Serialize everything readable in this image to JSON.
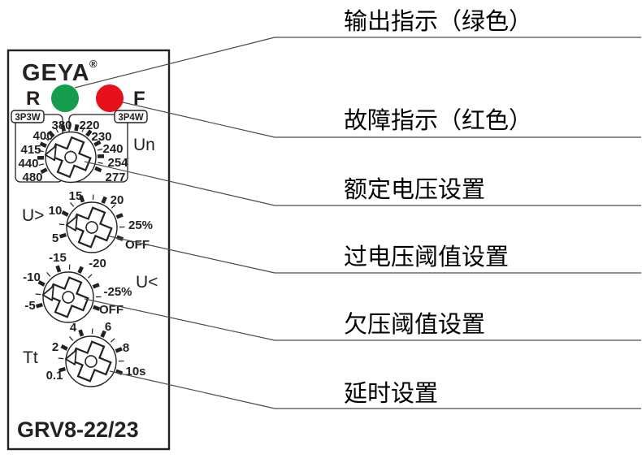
{
  "annotations": [
    {
      "label": "输出指示（绿色）"
    },
    {
      "label": "故障指示（红色）"
    },
    {
      "label": "额定电压设置"
    },
    {
      "label": "过电压阈值设置"
    },
    {
      "label": "欠压阈值设置"
    },
    {
      "label": "延时设置"
    }
  ],
  "device": {
    "brand": "GEYA",
    "brand_reg": "®",
    "model": "GRV8-22/23",
    "led_run_label": "R",
    "led_fault_label": "F",
    "wiring_left": "3P3W",
    "wiring_right": "3P4W",
    "colors": {
      "led_green": "#169c4d",
      "led_red": "#e6111a",
      "ink": "#25211f",
      "leader_line": "#4a4a4a"
    },
    "dials": {
      "un": {
        "name": "Un",
        "labels": [
          "380",
          "220",
          "400",
          "230",
          "415",
          "240",
          "440",
          "254",
          "480",
          "277"
        ]
      },
      "over": {
        "name": "U>",
        "labels": [
          "15",
          "20",
          "10",
          "25%",
          "5",
          "OFF"
        ]
      },
      "under": {
        "name": "U<",
        "labels": [
          "-15",
          "-20",
          "-10",
          "-25%",
          "-5",
          "OFF"
        ]
      },
      "delay": {
        "name": "Tt",
        "labels": [
          "2",
          "4",
          "6",
          "8",
          "0.1",
          "10s"
        ]
      }
    }
  }
}
